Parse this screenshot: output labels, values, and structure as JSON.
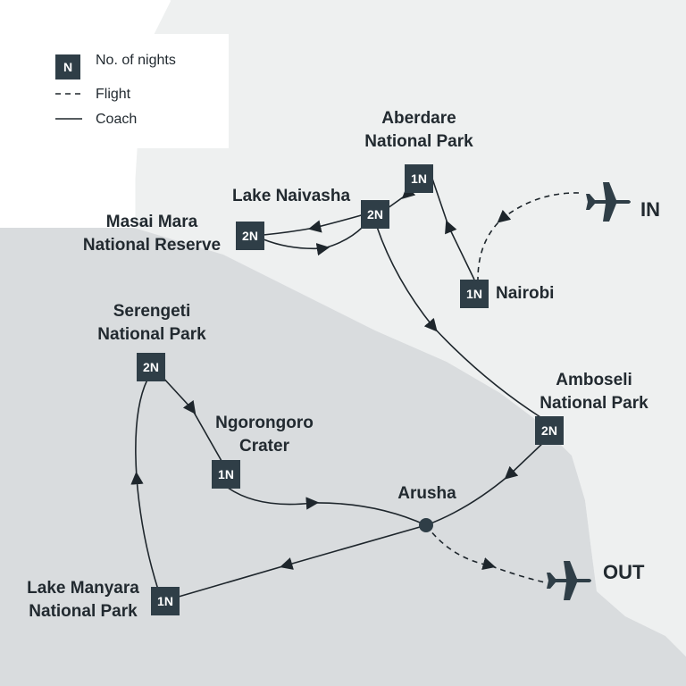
{
  "legend": {
    "badge_symbol": "N",
    "nights_label": "No. of nights",
    "flight_label": "Flight",
    "coach_label": "Coach"
  },
  "stops": {
    "aberdare": {
      "name_line1": "Aberdare",
      "name_line2": "National Park",
      "nights": "1N"
    },
    "naivasha": {
      "name_line1": "Lake Naivasha",
      "nights": "2N"
    },
    "masai_mara": {
      "name_line1": "Masai Mara",
      "name_line2": "National Reserve",
      "nights": "2N"
    },
    "nairobi": {
      "name_line1": "Nairobi",
      "nights": "1N"
    },
    "serengeti": {
      "name_line1": "Serengeti",
      "name_line2": "National Park",
      "nights": "2N"
    },
    "ngorongoro": {
      "name_line1": "Ngorongoro",
      "name_line2": "Crater",
      "nights": "1N"
    },
    "amboseli": {
      "name_line1": "Amboseli",
      "name_line2": "National Park",
      "nights": "2N"
    },
    "arusha": {
      "name_line1": "Arusha"
    },
    "manyara": {
      "name_line1": "Lake Manyara",
      "name_line2": "National Park",
      "nights": "1N"
    }
  },
  "flights": {
    "in_label": "IN",
    "out_label": "OUT"
  },
  "colors": {
    "land_light": "#eef0f0",
    "land_dark": "#d9dcde",
    "badge": "#2f3e47",
    "route": "#1e262c"
  }
}
